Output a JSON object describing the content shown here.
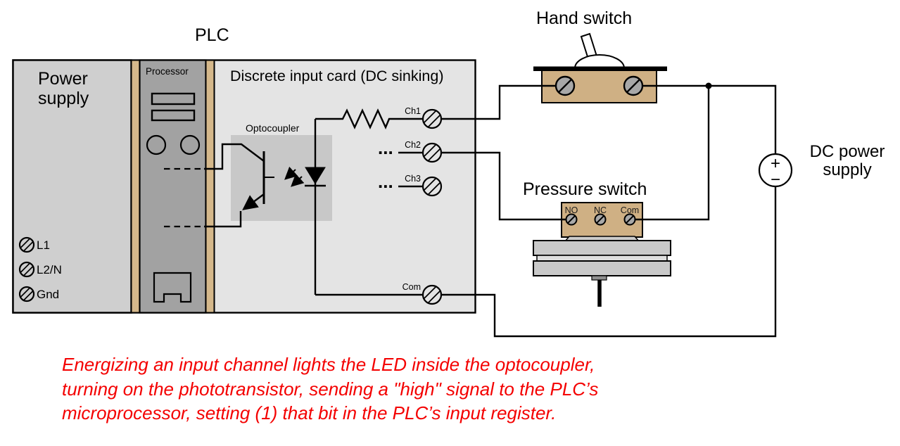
{
  "colors": {
    "caption_red": "#f40000",
    "tan_strip": "#d5b88b",
    "switch_tan": "#cfb084",
    "panel_power_gray": "#cfcfcf",
    "panel_processor_gray": "#a2a2a2",
    "panel_card_gray": "#e4e4e4",
    "optocoupler_box_gray": "#c8c8c8",
    "screw_gray": "#a8a8a8",
    "disc_gray": "#c9c9c9",
    "wire_black": "#000000"
  },
  "plc": {
    "title": "PLC",
    "power_supply": {
      "label": "Power supply",
      "terminals": [
        "L1",
        "L2/N",
        "Gnd"
      ]
    },
    "processor": {
      "label": "Processor"
    },
    "input_card": {
      "label": "Discrete input card (DC sinking)",
      "optocoupler_label": "Optocoupler",
      "channels": [
        "Ch1",
        "Ch2",
        "Ch3"
      ],
      "common": "Com",
      "ellipsis": "..."
    }
  },
  "field_devices": {
    "hand_switch": {
      "label": "Hand switch"
    },
    "pressure_switch": {
      "label": "Pressure switch",
      "terminals": [
        "NO",
        "NC",
        "Com"
      ]
    },
    "dc_supply": {
      "label": "DC power supply",
      "plus": "+",
      "minus": "−"
    }
  },
  "caption": {
    "line1": "Energizing an input channel lights the LED inside the optocoupler,",
    "line2": "turning on the phototransistor, sending a \"high\" signal to the PLC’s",
    "line3": "microprocessor, setting (1) that bit in the PLC’s input register."
  }
}
